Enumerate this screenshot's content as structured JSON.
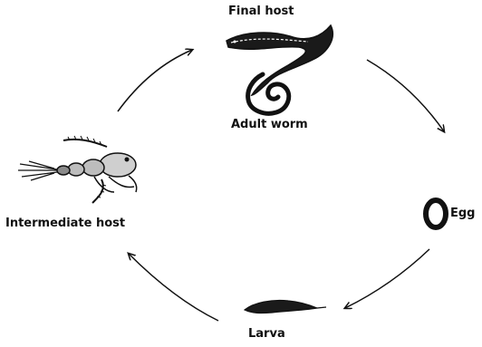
{
  "labels": {
    "final_host": "Final host",
    "adult_worm": "Adult worm",
    "egg": "Egg",
    "larva": "Larva",
    "intermediate_host": "Intermediate host"
  },
  "icons": {
    "final_host": "eel-fish-icon",
    "adult_worm": "coiled-worm-icon",
    "egg": "egg-icon",
    "larva": "larva-icon",
    "intermediate_host": "copepod-icon",
    "arrows": "arrow-icon"
  },
  "colors": {
    "ink": "#111111",
    "background": "#ffffff"
  }
}
